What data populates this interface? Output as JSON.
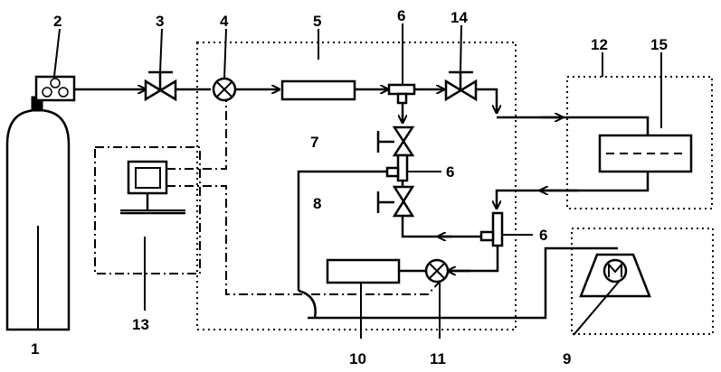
{
  "labels": {
    "n1": "1",
    "n2": "2",
    "n3": "3",
    "n4": "4",
    "n5": "5",
    "n6a": "6",
    "n6b": "6",
    "n6c": "6",
    "n7": "7",
    "n8": "8",
    "n9": "9",
    "n10": "10",
    "n11": "11",
    "n12": "12",
    "n13": "13",
    "n14": "14",
    "n15": "15"
  }
}
